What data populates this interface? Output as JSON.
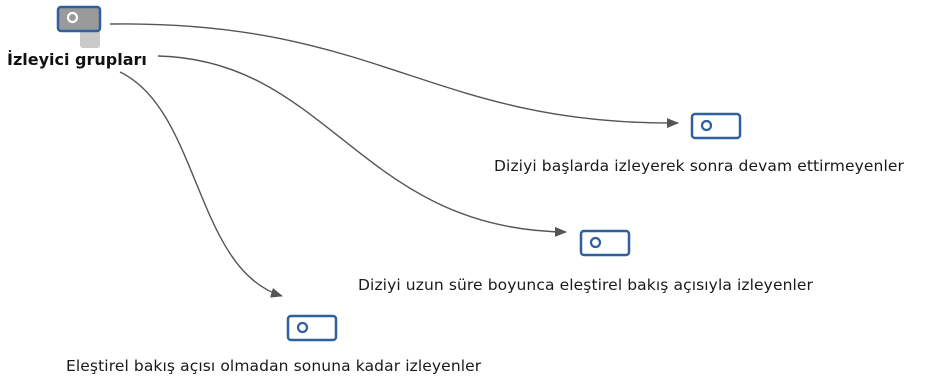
{
  "diagram": {
    "root": {
      "label": "İzleyici grupları",
      "icon": "tag-icon"
    },
    "children": [
      {
        "label": "Diziyi başlarda izleyerek sonra devam ettirmeyenler",
        "icon": "tag-icon"
      },
      {
        "label": "Diziyi uzun süre boyunca eleştirel bakış açısıyla izleyenler",
        "icon": "tag-icon"
      },
      {
        "label": "Eleştirel bakış açısı olmadan sonuna kadar izleyenler",
        "icon": "tag-icon"
      }
    ],
    "colors": {
      "icon_stroke": "#2e5f9e",
      "root_icon_fill": "#9a9a9a",
      "connector": "#555555"
    }
  }
}
